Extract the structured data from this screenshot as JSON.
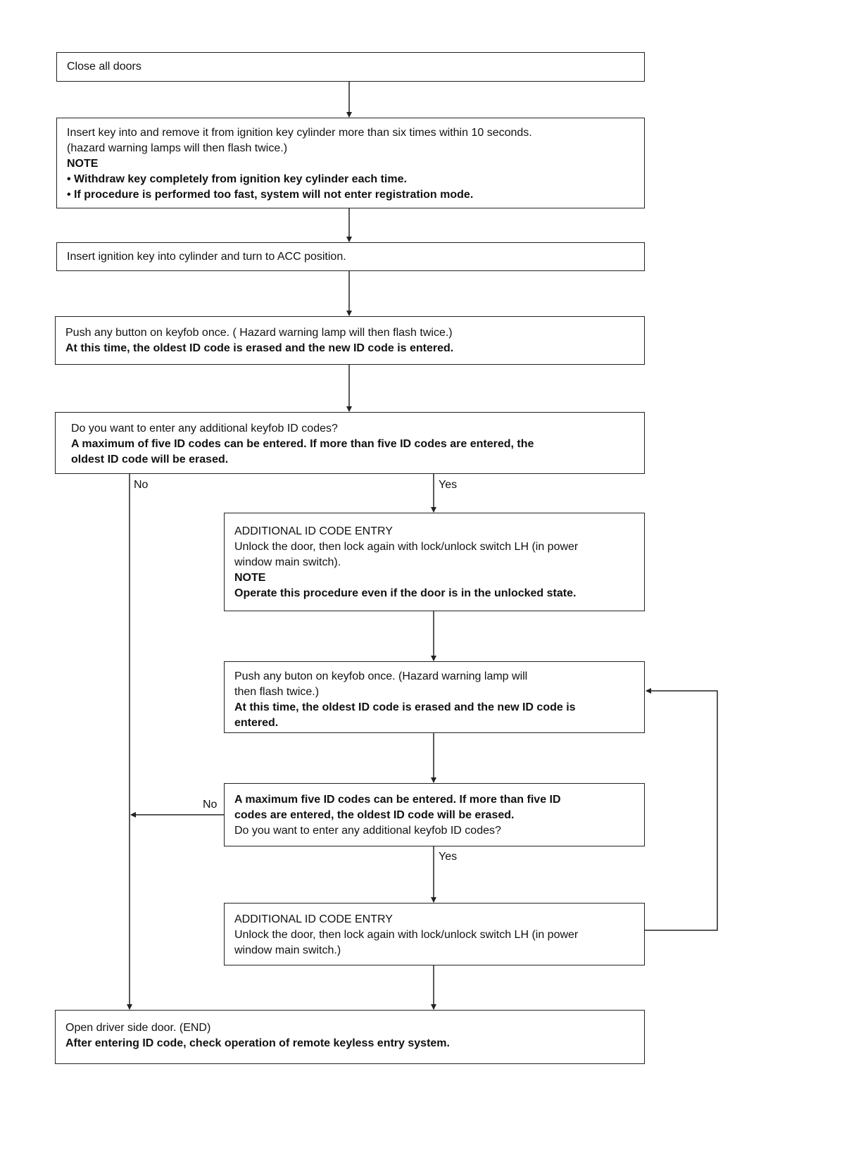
{
  "steps": {
    "close_doors": "Close all doors",
    "insert_remove": {
      "line1": "Insert key into and remove it from ignition key cylinder more than six times within 10 seconds.",
      "line2": "(hazard warning lamps will then flash twice.)",
      "note": "NOTE",
      "bullet1": "• Withdraw key completely from ignition key cylinder each time.",
      "bullet2": "• If procedure is performed too fast, system will not enter registration mode."
    },
    "insert_acc": "Insert ignition key into cylinder and turn to ACC position.",
    "push_button_1": {
      "line1": "Push any button on keyfob once. ( Hazard warning lamp will then flash twice.)",
      "line2": "At this time, the oldest ID code is erased and the new ID code is entered."
    },
    "question_1": {
      "line1": "Do you want to enter any additional keyfob ID codes?",
      "line2": "A maximum of five ID codes can be entered. If more than five ID codes are entered, the",
      "line3": "oldest ID code will be erased."
    },
    "additional_entry_1": {
      "title": "ADDITIONAL ID CODE ENTRY",
      "line1": "Unlock the door, then lock again with lock/unlock switch LH (in power",
      "line2": "window main switch).",
      "note": "NOTE",
      "line3": "Operate this procedure even if the door is in the unlocked state."
    },
    "push_button_2": {
      "line1": "Push any buton on keyfob once. (Hazard warning lamp will",
      "line2": "then flash twice.)",
      "line3": "At this time, the oldest ID code is erased and the new ID code is",
      "line4": "entered."
    },
    "question_2": {
      "line1": "A maximum five ID codes can be entered. If more than five ID",
      "line2": "codes are entered, the oldest ID code will be erased.",
      "line3": "Do you want to enter any additional keyfob ID codes?"
    },
    "additional_entry_2": {
      "title": "ADDITIONAL ID CODE ENTRY",
      "line1": "Unlock the door, then lock again with lock/unlock switch LH (in power",
      "line2": "window main switch.)"
    },
    "end": {
      "line1": "Open driver side door. (END)",
      "line2": "After entering ID code, check operation of remote keyless entry system."
    }
  },
  "labels": {
    "no_1": "No",
    "yes_1": "Yes",
    "no_2": "No",
    "yes_2": "Yes"
  },
  "colors": {
    "line": "#222222",
    "text": "#111111"
  }
}
